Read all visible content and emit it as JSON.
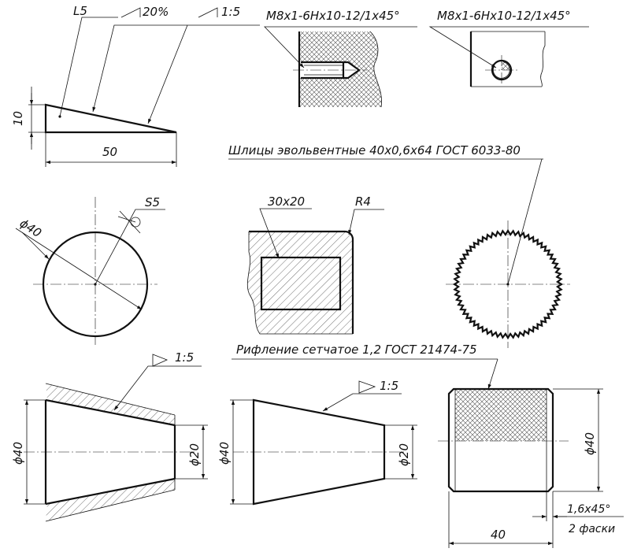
{
  "wedge": {
    "slope_l": "L5",
    "slope_pct": "20%",
    "slope_ratio": "1:5",
    "height_dim": "10",
    "length_dim": "50"
  },
  "thread": {
    "callout_hole": "M8x1-6Hx10-12/1x45°",
    "callout_end": "M8x1-6Hx10-12/1x45°"
  },
  "spline": {
    "caption": "Шлицы эвольвентные 40х0,6х64 ГОСТ 6033-80"
  },
  "square": {
    "size": "S5",
    "diameter": "ϕ40"
  },
  "slot": {
    "size": "30x20",
    "radius": "R4"
  },
  "knurl": {
    "caption": "Рифление сетчатое 1,2 ГОСТ 21474-75",
    "diameter": "ϕ40",
    "length": "40",
    "chamfer": "1,6x45°",
    "chamfer_count": "2 фаски"
  },
  "taper_hole": {
    "ratio": "1:5",
    "d_big": "ϕ40",
    "d_small": "ϕ20"
  },
  "taper_shaft": {
    "ratio": "1:5",
    "d_big": "ϕ40",
    "d_small": "ϕ20"
  }
}
